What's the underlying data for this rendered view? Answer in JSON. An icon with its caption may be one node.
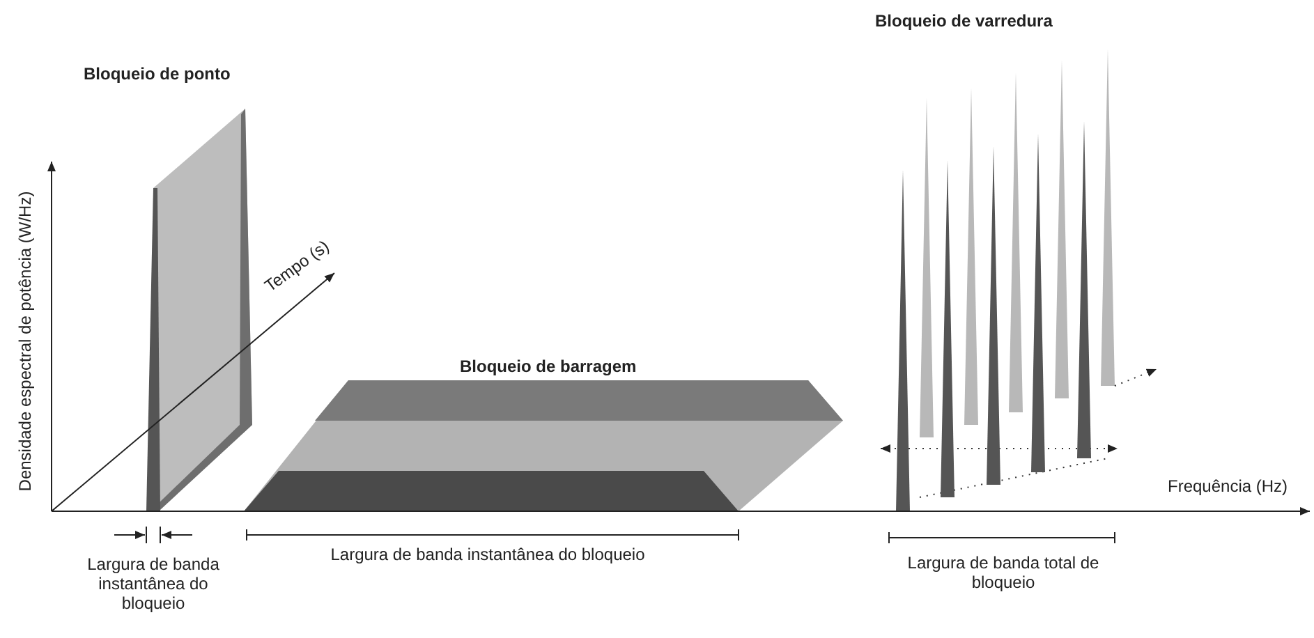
{
  "diagram": {
    "labels": [
      "Bloqueio de varredura",
      "Bloqueio de ponto",
      "Densidade espectral de potência (W/Hz)",
      "Tempo (s)",
      "Bloqueio de barragem",
      "Frequência (Hz)",
      "Largura de banda instantânea do bloqueio",
      "Largura de banda instantânea do bloqueio",
      "Largura de banda total de bloqueio"
    ]
  }
}
